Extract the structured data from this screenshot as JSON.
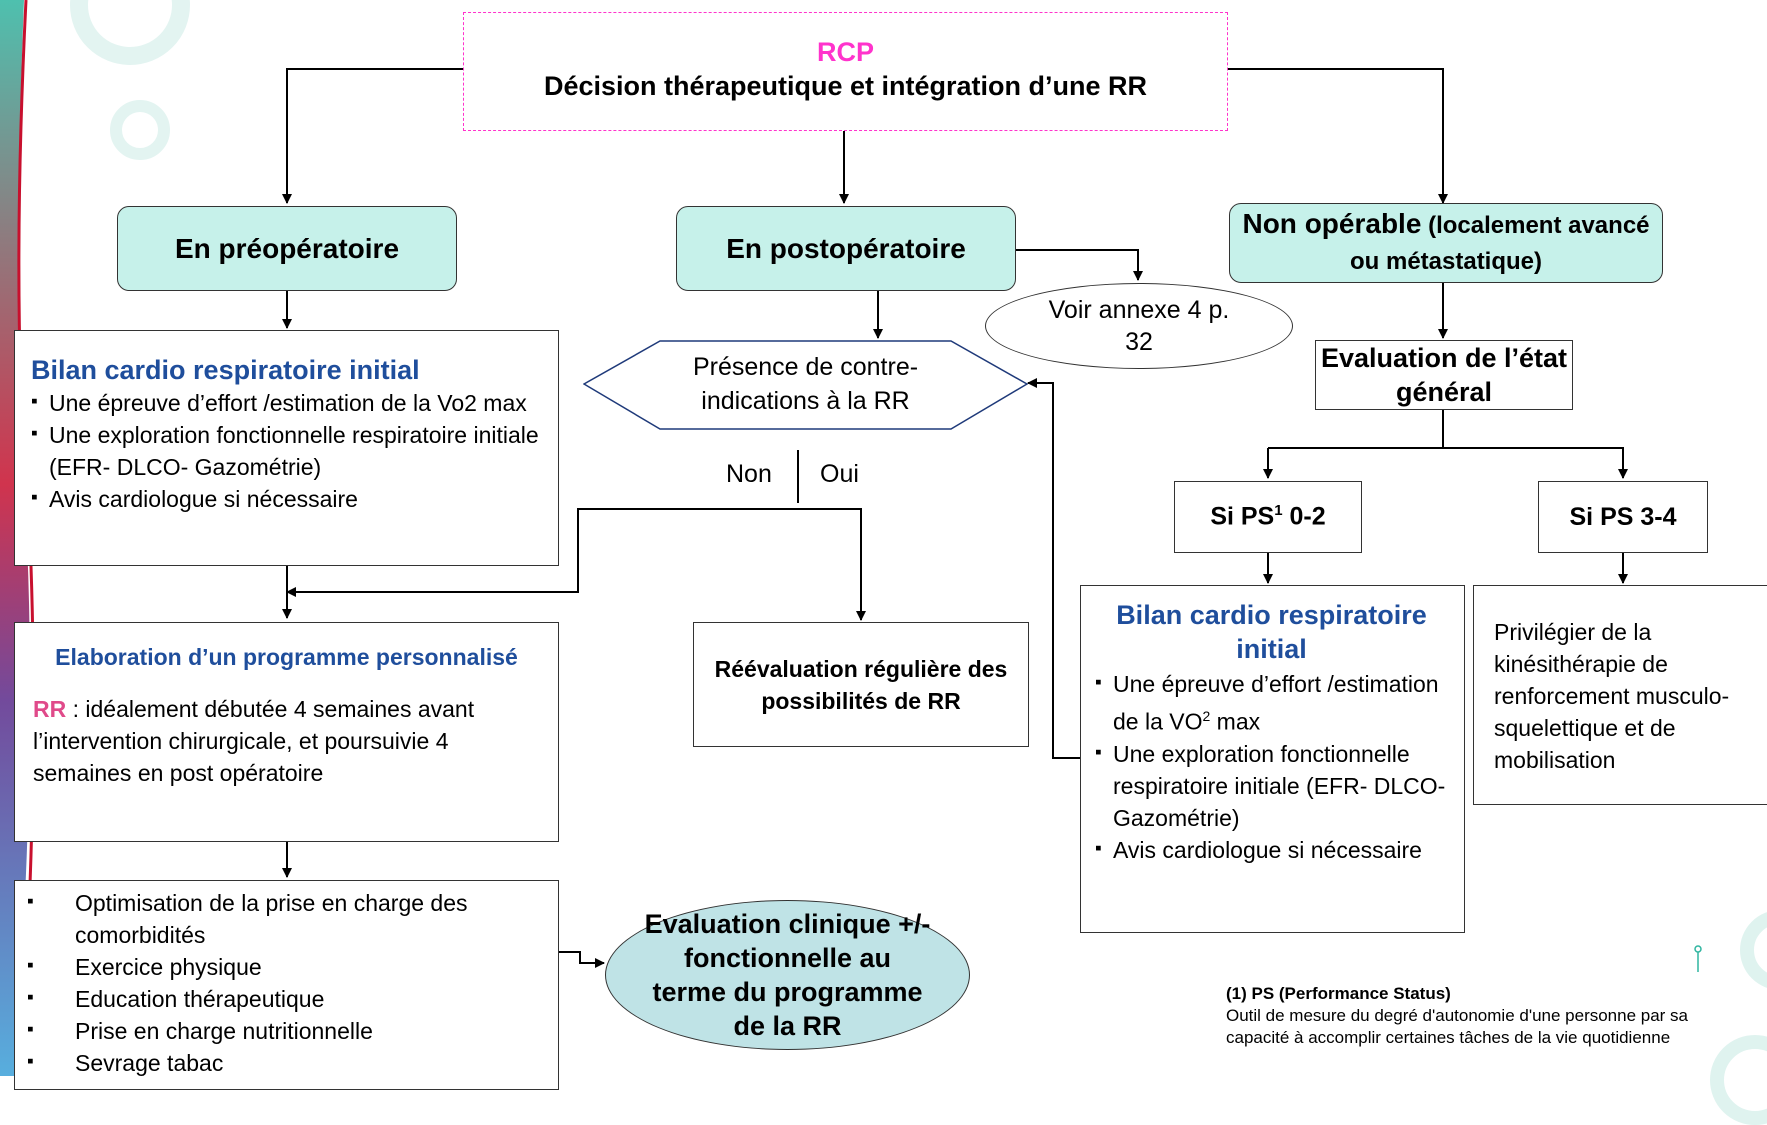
{
  "colors": {
    "box_fill": "#c6f1ea",
    "ellipse_fill": "#bfe3e6",
    "title_pink": "#ff33cc",
    "title_blue": "#1f4e9c",
    "rr_pink": "#e04a8a"
  },
  "top": {
    "rcp": "RCP",
    "decision": "Décision thérapeutique et intégration d’une RR"
  },
  "pre": {
    "label": "En préopératoire"
  },
  "post": {
    "label": "En postopératoire"
  },
  "nonop": {
    "bold": "Non opérable",
    "rest": " (localement avancé ou métastatique)"
  },
  "annexe": {
    "text": "Voir annexe 4 p. 32"
  },
  "contra": {
    "text": "Présence de contre-indications à la RR",
    "non": "Non",
    "oui": "Oui"
  },
  "bilan_left": {
    "title": "Bilan cardio respiratoire initial",
    "items": [
      "Une épreuve d’effort /estimation de la Vo2 max",
      "Une exploration fonctionnelle respiratoire initiale (EFR- DLCO- Gazométrie)",
      "Avis cardiologue si nécessaire"
    ]
  },
  "programme": {
    "title": "Elaboration d’un programme personnalisé",
    "rr": "RR",
    "text": " : idéalement débutée 4 semaines avant l’intervention chirurgicale, et poursuivie 4 semaines en post opératoire"
  },
  "actions": {
    "items": [
      "Optimisation de la prise en charge des comorbidités",
      "Exercice physique",
      "Education thérapeutique",
      "Prise en charge nutritionnelle",
      "Sevrage tabac"
    ]
  },
  "reeval": {
    "text": "Réévaluation régulière des possibilités de RR"
  },
  "eval_clin": {
    "text": "Evaluation clinique +/- fonctionnelle au terme du programme de la RR"
  },
  "etat": {
    "text": "Evaluation de l’état général"
  },
  "ps02": {
    "pre": "Si PS",
    "sup": "1",
    "post": " 0-2"
  },
  "ps34": {
    "text": "Si PS 3-4"
  },
  "bilan_right": {
    "title": "Bilan cardio respiratoire initial",
    "item1_pre": "Une épreuve d’effort /estimation de la VO",
    "item1_sup": "2",
    "item1_post": " max",
    "item2": "Une exploration fonctionnelle respiratoire initiale (EFR- DLCO- Gazométrie)",
    "item3": "Avis cardiologue si nécessaire"
  },
  "kine": {
    "text": "Privilégier de la kinésithérapie de renforcement musculo-squelettique et de mobilisation"
  },
  "footnote": {
    "title": "(1) PS (Performance Status)",
    "text": "Outil de mesure du degré d'autonomie d'une personne par sa capacité à accomplir certaines tâches de la vie quotidienne"
  }
}
